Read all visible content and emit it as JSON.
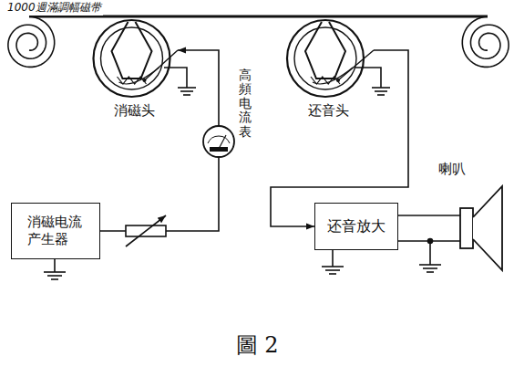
{
  "diagram": {
    "caption": "圖 2",
    "nodes": [
      {
        "text": [
          "消磁头"
        ]
      },
      {
        "text": [
          "还音头"
        ]
      },
      {
        "text": [
          "高頻电流表"
        ]
      },
      {
        "text": [
          "消磁电流产生器"
        ]
      },
      {
        "text": [
          "还音放大"
        ]
      },
      {
        "text": [
          "喇叭"
        ]
      }
    ],
    "edges": [
      {
        "from": 3,
        "to": 2,
        "arrow": "none"
      },
      {
        "from": 2,
        "to": 0,
        "arrow": "to"
      },
      {
        "from": 1,
        "to": 4,
        "arrow": "to"
      },
      {
        "from": 4,
        "to": 5,
        "arrow": "none"
      }
    ],
    "labels": [
      "1000週滿調幅磁带"
    ]
  }
}
